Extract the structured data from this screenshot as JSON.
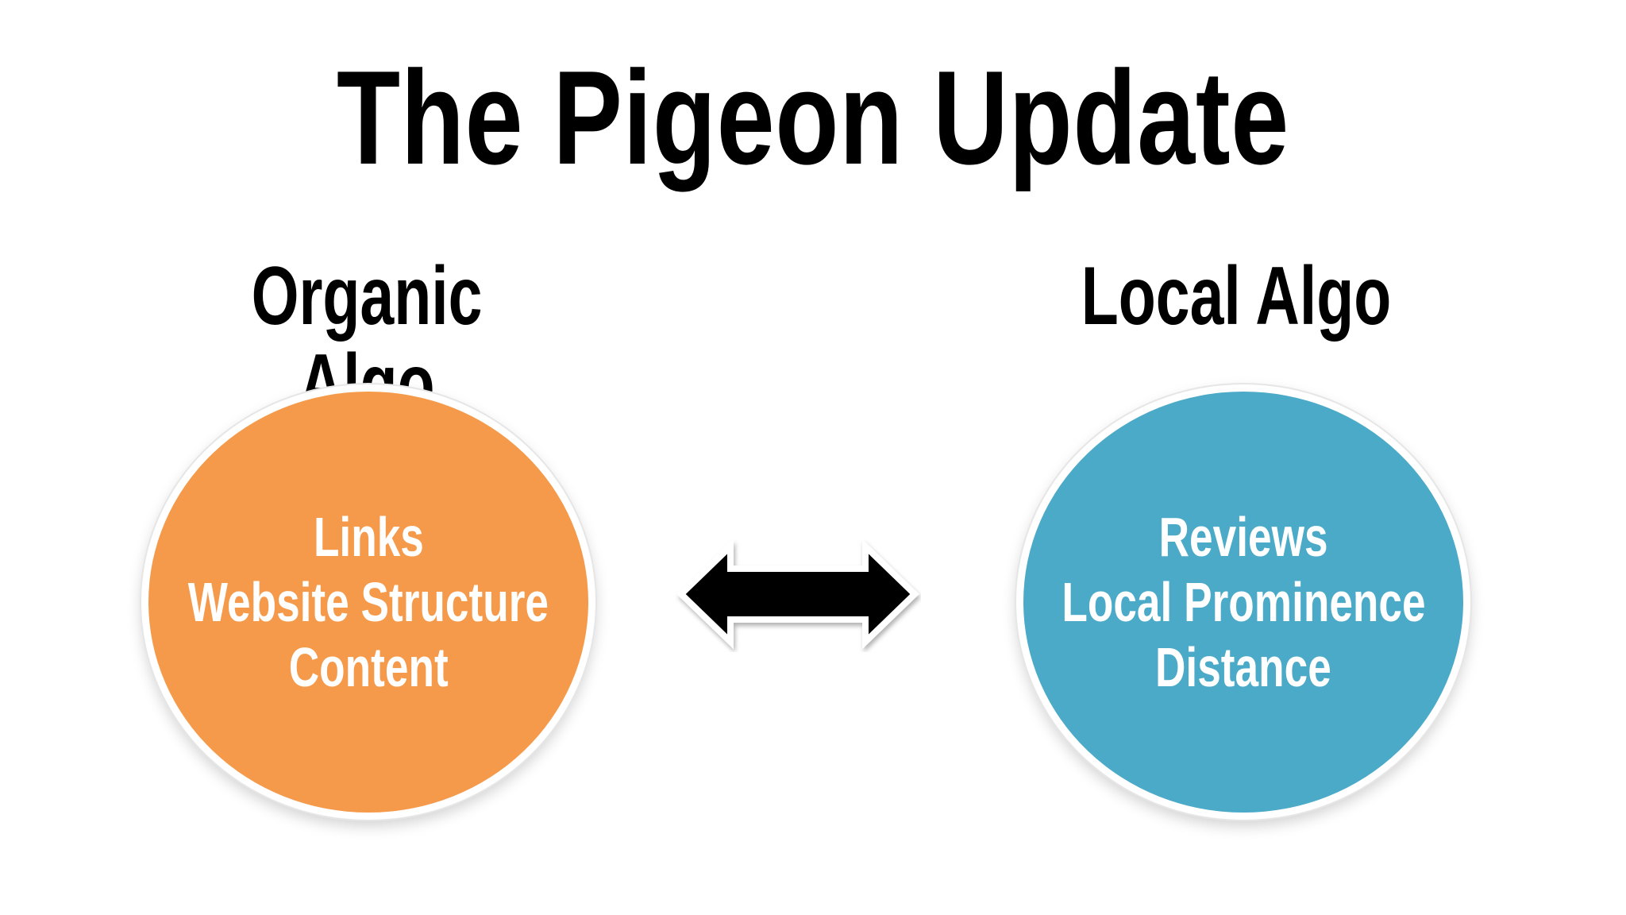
{
  "title": "The Pigeon Update",
  "left": {
    "heading": "Organic Algo",
    "color": "#f59a4a",
    "factors": [
      "Links",
      "Website Structure",
      "Content"
    ]
  },
  "right": {
    "heading": "Local Algo",
    "color": "#4aaac8",
    "factors": [
      "Reviews",
      "Local Prominence",
      "Distance"
    ]
  },
  "connector": {
    "icon": "double-arrow-icon",
    "color": "#000000"
  }
}
